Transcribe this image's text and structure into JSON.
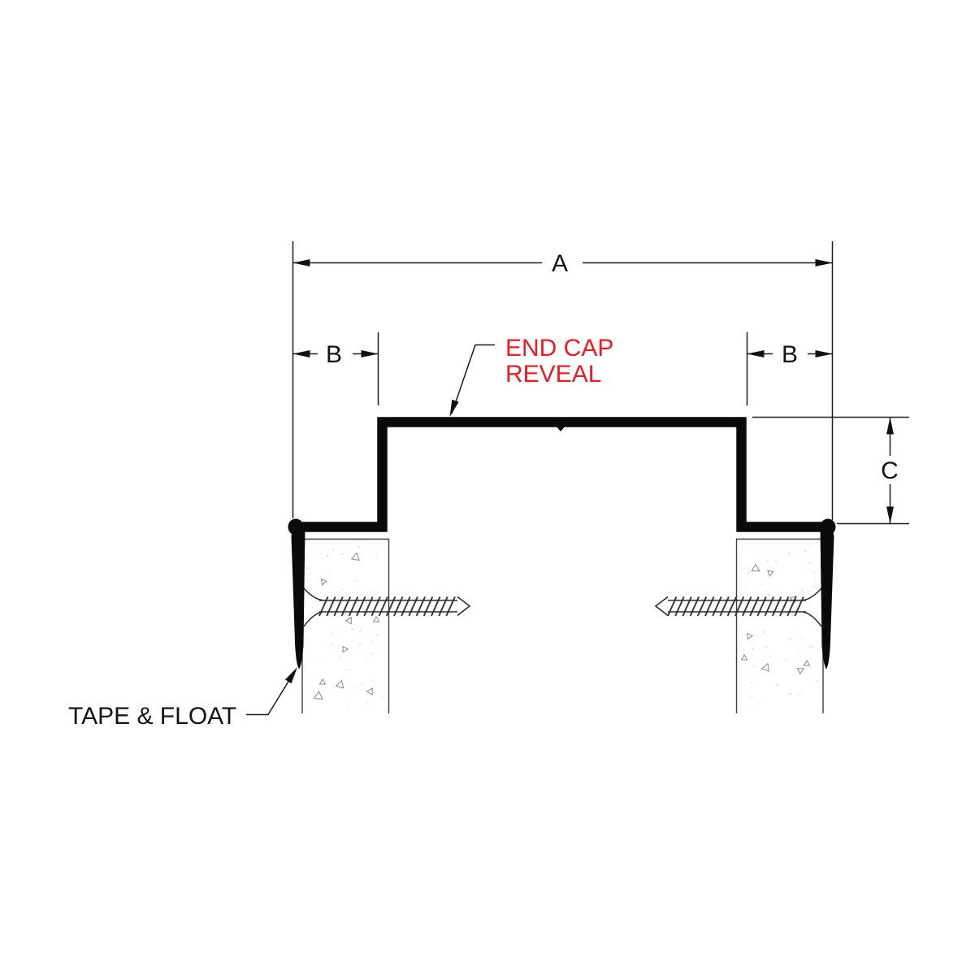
{
  "drawing": {
    "dims": {
      "a": "A",
      "b_left": "B",
      "b_right": "B",
      "c": "C"
    },
    "callouts": {
      "end_cap_line1": "END CAP",
      "end_cap_line2": "REVEAL",
      "tape_float": "TAPE & FLOAT"
    },
    "colors": {
      "callout": "#ED1C24",
      "ink": "#141414"
    }
  }
}
